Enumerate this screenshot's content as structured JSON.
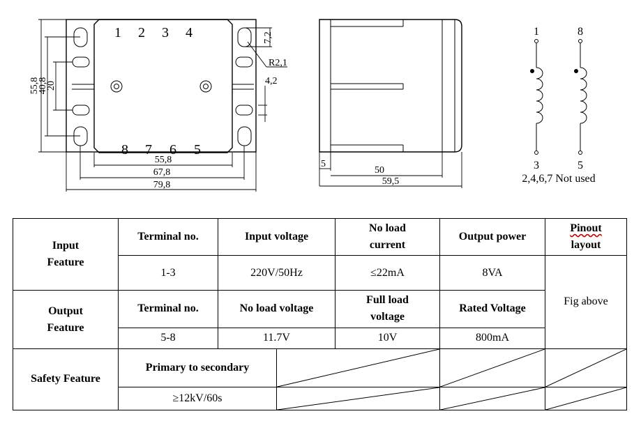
{
  "drawing": {
    "front_view": {
      "pins_top": [
        "1",
        "2",
        "3",
        "4"
      ],
      "pins_bottom": [
        "8",
        "7",
        "6",
        "5"
      ],
      "dim_height_outer": "55,8",
      "dim_height_mid": "40,8",
      "dim_height_inner": "20",
      "dim_slot": "7,2",
      "dim_radius": "R2,1",
      "dim_slot_width": "4,2",
      "dim_width_inner": "55,8",
      "dim_width_mid": "67,8",
      "dim_width_outer": "79,8"
    },
    "side_view": {
      "dim_small": "5",
      "dim_body": "50",
      "dim_total": "59,5"
    },
    "schematic": {
      "primary_top": "1",
      "primary_bottom": "3",
      "secondary_top": "8",
      "secondary_bottom": "5",
      "note": "2,4,6,7 Not used"
    }
  },
  "table": {
    "input": {
      "label_line1": "Input",
      "label_line2": "Feature",
      "headers": {
        "terminal": "Terminal no.",
        "input_voltage": "Input voltage",
        "no_load_current_l1": "No load",
        "no_load_current_l2": "current",
        "output_power": "Output power",
        "pinout_l1": "Pinout",
        "pinout_l2": "layout"
      },
      "values": {
        "terminal": "1-3",
        "input_voltage": "220V/50Hz",
        "no_load_current": "≤22mA",
        "output_power": "8VA"
      }
    },
    "output": {
      "label_line1": "Output",
      "label_line2": "Feature",
      "headers": {
        "terminal": "Terminal no.",
        "no_load_voltage": "No load voltage",
        "full_load_l1": "Full load",
        "full_load_l2": "voltage",
        "rated": "Rated Voltage"
      },
      "values": {
        "terminal": "5-8",
        "no_load_voltage": "11.7V",
        "full_load_voltage": "10V",
        "rated": "800mA"
      }
    },
    "pinout_value": "Fig above",
    "safety": {
      "label": "Safety Feature",
      "header": "Primary to secondary",
      "value": "≥12kV/60s"
    }
  }
}
